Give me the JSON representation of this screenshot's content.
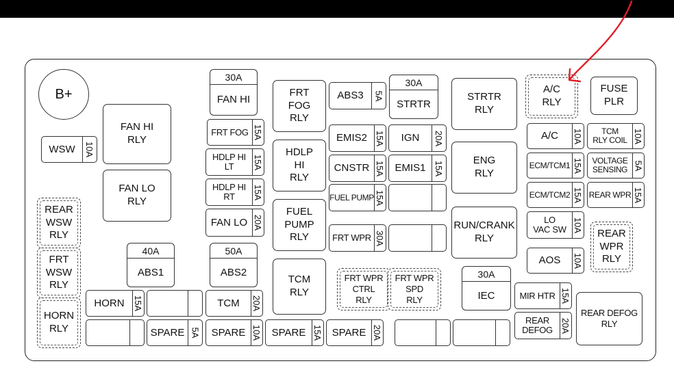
{
  "colors": {
    "arrow": "#e0202a",
    "topbar": "#000000"
  },
  "bplus": "B+",
  "relays": {
    "fan_hi_rly": "FAN HI\nRLY",
    "fan_lo_rly": "FAN LO\nRLY",
    "frt_fog_rly": "FRT\nFOG\nRLY",
    "hdlp_hi_rly": "HDLP\nHI\nRLY",
    "fuel_pump_rly": "FUEL\nPUMP\nRLY",
    "tcm_rly": "TCM\nRLY",
    "strtr_rly": "STRTR\nRLY",
    "eng_rly": "ENG\nRLY",
    "run_crank_rly": "RUN/CRANK\nRLY",
    "ac_rly": "A/C\nRLY",
    "fuse_plr": "FUSE\nPLR",
    "rear_defog_rly": "REAR DEFOG\nRLY",
    "rear_wsw_rly": "REAR\nWSW\nRLY",
    "frt_wsw_rly": "FRT\nWSW\nRLY",
    "horn_rly": "HORN\nRLY",
    "rear_wpr_rly": "REAR\nWPR\nRLY",
    "frt_wpr_ctrl_rly": "FRT  WPR\nCTRL\nRLY",
    "frt_wpr_spd_rly": "FRT  WPR\nSPD\nRLY"
  },
  "maxi": {
    "fan_hi": {
      "amp": "30A",
      "label": "FAN HI"
    },
    "abs1": {
      "amp": "40A",
      "label": "ABS1"
    },
    "abs2": {
      "amp": "50A",
      "label": "ABS2"
    },
    "strtr": {
      "amp": "30A",
      "label": "STRTR"
    },
    "iec": {
      "amp": "30A",
      "label": "IEC"
    }
  },
  "fuses": {
    "wsw": {
      "label": "WSW",
      "amp": "10A"
    },
    "frt_fog": {
      "label": "FRT FOG",
      "amp": "15A"
    },
    "hdlp_hi_lt": {
      "label": "HDLP HI\nLT",
      "amp": "15A"
    },
    "hdlp_hi_rt": {
      "label": "HDLP HI\nRT",
      "amp": "15A"
    },
    "fan_lo": {
      "label": "FAN LO",
      "amp": "20A"
    },
    "abs3": {
      "label": "ABS3",
      "amp": "5A"
    },
    "emis2": {
      "label": "EMIS2",
      "amp": "15A"
    },
    "ign": {
      "label": "IGN",
      "amp": "20A"
    },
    "cnstr": {
      "label": "CNSTR",
      "amp": "15A"
    },
    "emis1": {
      "label": "EMIS1",
      "amp": "15A"
    },
    "fuel_pump": {
      "label": "FUEL PUMP",
      "amp": "15A"
    },
    "frt_wpr": {
      "label": "FRT WPR",
      "amp": "30A"
    },
    "horn": {
      "label": "HORN",
      "amp": "15A"
    },
    "tcm": {
      "label": "TCM",
      "amp": "20A"
    },
    "spare1": {
      "label": "SPARE",
      "amp": "5A"
    },
    "spare2": {
      "label": "SPARE",
      "amp": "10A"
    },
    "spare3": {
      "label": "SPARE",
      "amp": "15A"
    },
    "spare4": {
      "label": "SPARE",
      "amp": "20A"
    },
    "ac": {
      "label": "A/C",
      "amp": "10A"
    },
    "tcm_rly_coil": {
      "label": "TCM\nRLY COIL",
      "amp": "10A"
    },
    "ecm_tcm1": {
      "label": "ECM/TCM1",
      "amp": "15A"
    },
    "voltage_sensing": {
      "label": "VOLTAGE\nSENSING",
      "amp": "5A"
    },
    "ecm_tcm2": {
      "label": "ECM/TCM2",
      "amp": "15A"
    },
    "rear_wpr": {
      "label": "REAR WPR",
      "amp": "15A"
    },
    "lo_vac_sw": {
      "label": "LO\nVAC SW",
      "amp": "10A"
    },
    "aos": {
      "label": "AOS",
      "amp": "10A"
    },
    "mir_htr": {
      "label": "MIR HTR",
      "amp": "15A"
    },
    "rear_defog": {
      "label": "REAR\nDEFOG",
      "amp": "20A"
    }
  }
}
